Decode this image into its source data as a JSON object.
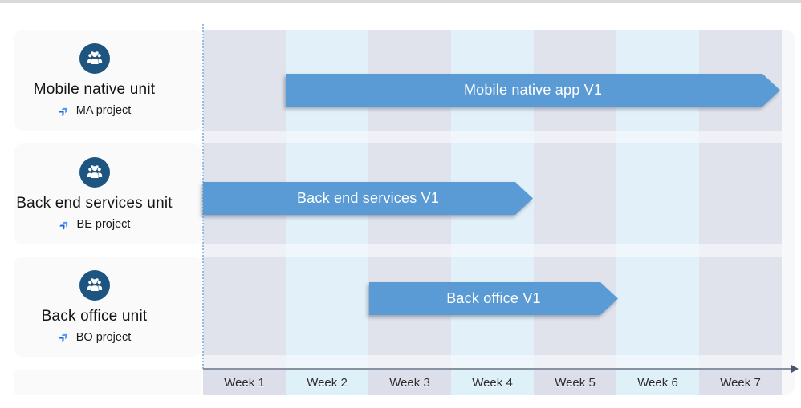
{
  "teams": [
    {
      "name": "Mobile native unit",
      "project": "MA project"
    },
    {
      "name": "Back end services unit",
      "project": "BE project"
    },
    {
      "name": "Back office unit",
      "project": "BO project"
    }
  ],
  "bars": [
    {
      "label": "Mobile native app V1",
      "start_week": 2,
      "end_week": 7
    },
    {
      "label": "Back end services V1",
      "start_week": 1,
      "end_week": 4
    },
    {
      "label": "Back office V1",
      "start_week": 3,
      "end_week": 5
    }
  ],
  "timeline": {
    "weeks": [
      "Week 1",
      "Week 2",
      "Week 3",
      "Week 4",
      "Week 5",
      "Week 6",
      "Week 7"
    ]
  },
  "colors": {
    "bar_fill": "#5b9bd5",
    "team_icon_bg": "#1e5480",
    "stripe_gray": "#e0e3ec",
    "stripe_blue": "#e1f0f9",
    "week_cell_gray": "#dcdfe9",
    "week_cell_blue": "#def1f9",
    "jira_dark_blue": "#1868db",
    "jira_light_blue": "#459af7"
  },
  "chart_data": {
    "type": "bar",
    "subtype": "gantt-roadmap",
    "title": "",
    "xlabel": "",
    "ylabel": "",
    "x_ticks": [
      "Week 1",
      "Week 2",
      "Week 3",
      "Week 4",
      "Week 5",
      "Week 6",
      "Week 7"
    ],
    "x_range_weeks": [
      1,
      7
    ],
    "legend": false,
    "grid": "alternating-week-columns",
    "bar_color": "#5b9bd5",
    "series": [
      {
        "name": "Mobile native app V1",
        "row": "Mobile native unit",
        "row_project": "MA project",
        "start_week": 2,
        "end_week": 7
      },
      {
        "name": "Back end services V1",
        "row": "Back end services unit",
        "row_project": "BE project",
        "start_week": 1,
        "end_week": 4
      },
      {
        "name": "Back office V1",
        "row": "Back office unit",
        "row_project": "BO project",
        "start_week": 3,
        "end_week": 5
      }
    ]
  }
}
